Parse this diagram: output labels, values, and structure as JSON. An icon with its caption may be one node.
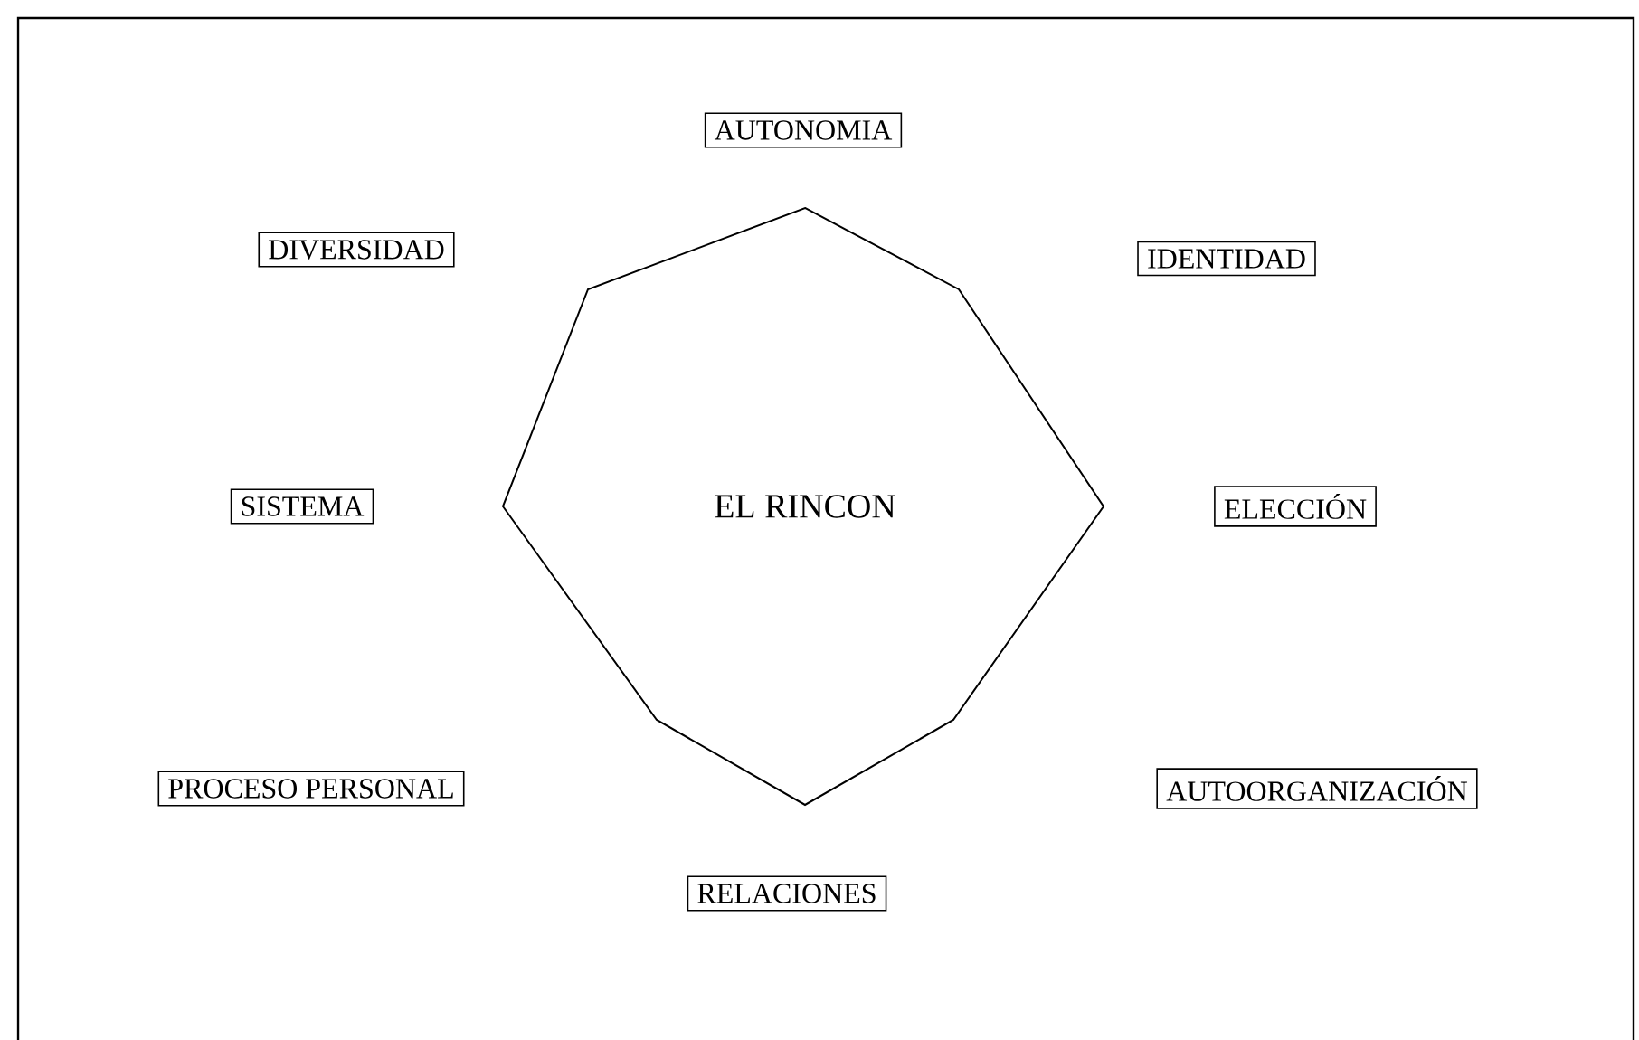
{
  "diagram": {
    "nodes": [
      {
        "text": [
          "EL RINCON"
        ]
      },
      {
        "text": [
          "AUTONOMIA"
        ]
      },
      {
        "text": [
          "DIVERSIDAD"
        ]
      },
      {
        "text": [
          "IDENTIDAD"
        ]
      },
      {
        "text": [
          "SISTEMA"
        ]
      },
      {
        "text": [
          "ELECCIÓN"
        ]
      },
      {
        "text": [
          "PROCESO PERSONAL"
        ]
      },
      {
        "text": [
          "AUTOORGANIZACIÓN"
        ]
      },
      {
        "text": [
          "RELACIONES"
        ]
      }
    ]
  }
}
